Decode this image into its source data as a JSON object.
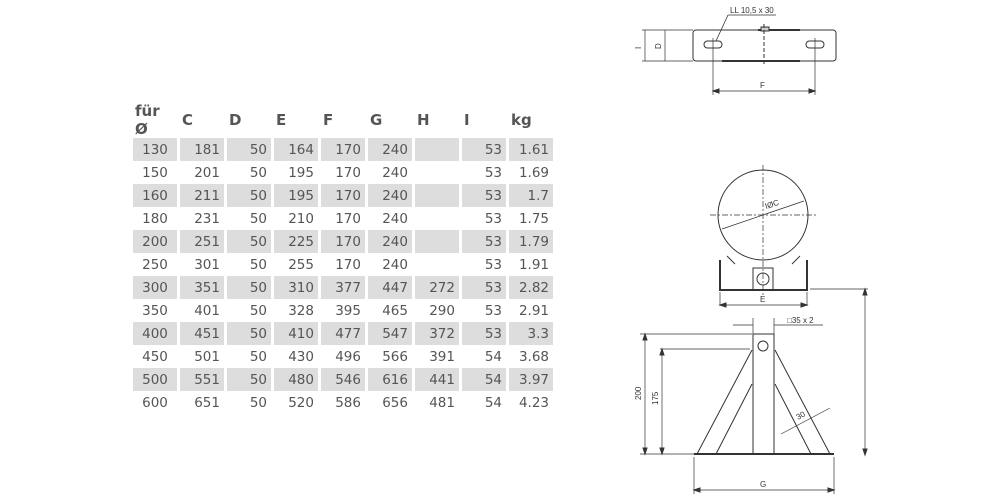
{
  "table": {
    "headers": [
      "für Ø",
      "C",
      "D",
      "E",
      "F",
      "G",
      "H",
      "I",
      "kg"
    ],
    "rows": [
      [
        "130",
        "181",
        "50",
        "164",
        "170",
        "240",
        "",
        "53",
        "1.61"
      ],
      [
        "150",
        "201",
        "50",
        "195",
        "170",
        "240",
        "",
        "53",
        "1.69"
      ],
      [
        "160",
        "211",
        "50",
        "195",
        "170",
        "240",
        "",
        "53",
        "1.7"
      ],
      [
        "180",
        "231",
        "50",
        "210",
        "170",
        "240",
        "",
        "53",
        "1.75"
      ],
      [
        "200",
        "251",
        "50",
        "225",
        "170",
        "240",
        "",
        "53",
        "1.79"
      ],
      [
        "250",
        "301",
        "50",
        "255",
        "170",
        "240",
        "",
        "53",
        "1.91"
      ],
      [
        "300",
        "351",
        "50",
        "310",
        "377",
        "447",
        "272",
        "53",
        "2.82"
      ],
      [
        "350",
        "401",
        "50",
        "328",
        "395",
        "465",
        "290",
        "53",
        "2.91"
      ],
      [
        "400",
        "451",
        "50",
        "410",
        "477",
        "547",
        "372",
        "53",
        "3.3"
      ],
      [
        "450",
        "501",
        "50",
        "430",
        "496",
        "566",
        "391",
        "54",
        "3.68"
      ],
      [
        "500",
        "551",
        "50",
        "480",
        "546",
        "616",
        "441",
        "54",
        "3.97"
      ],
      [
        "600",
        "651",
        "50",
        "520",
        "586",
        "656",
        "481",
        "54",
        "4.23"
      ]
    ]
  },
  "drawing": {
    "top_view": {
      "slot_label": "LL 10,5 x 30",
      "dim_I": "I",
      "dim_D": "D",
      "dim_F": "F"
    },
    "front_view": {
      "diameter_label": "IØC",
      "dim_E": "E"
    },
    "stand_view": {
      "profile_label": "□35 x 2",
      "height_total": "200",
      "height_brace": "175",
      "brace_width": "30",
      "dim_G": "G"
    }
  },
  "colors": {
    "row_shade": "#dddddd",
    "text": "#555555",
    "line": "#333333"
  }
}
